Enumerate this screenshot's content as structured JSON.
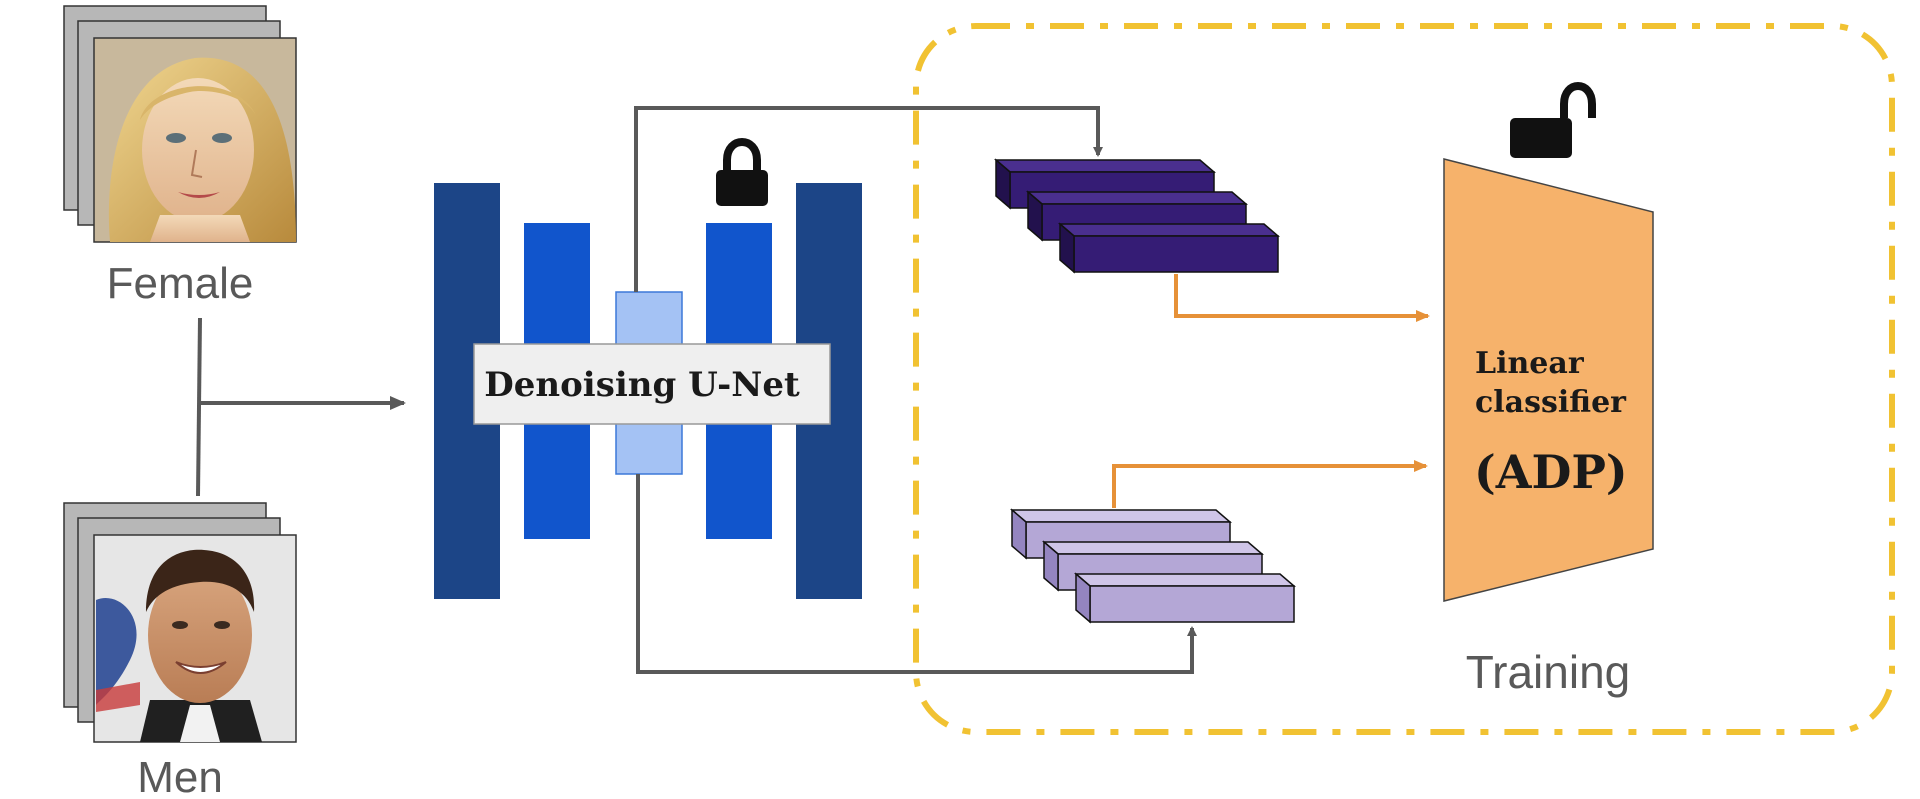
{
  "inputs": {
    "female_label": "Female",
    "men_label": "Men"
  },
  "unet": {
    "label": "Denoising U-Net",
    "frozen_icon": "lock-closed-icon"
  },
  "classifier": {
    "line1": "Linear",
    "line2": "classifier",
    "line3": "(ADP)",
    "trainable_icon": "lock-open-icon"
  },
  "training_region": {
    "label": "Training"
  },
  "colors": {
    "unet_outer": "#1c4587",
    "unet_inner": "#1155cc",
    "unet_bottleneck": "#a4c2f4",
    "feature_dark": "#351c75",
    "feature_light": "#b4a7d6",
    "classifier": "#f6b26b",
    "orange_arrow": "#e69138",
    "gray_arrow": "#595959",
    "training_border": "#f1c232"
  }
}
